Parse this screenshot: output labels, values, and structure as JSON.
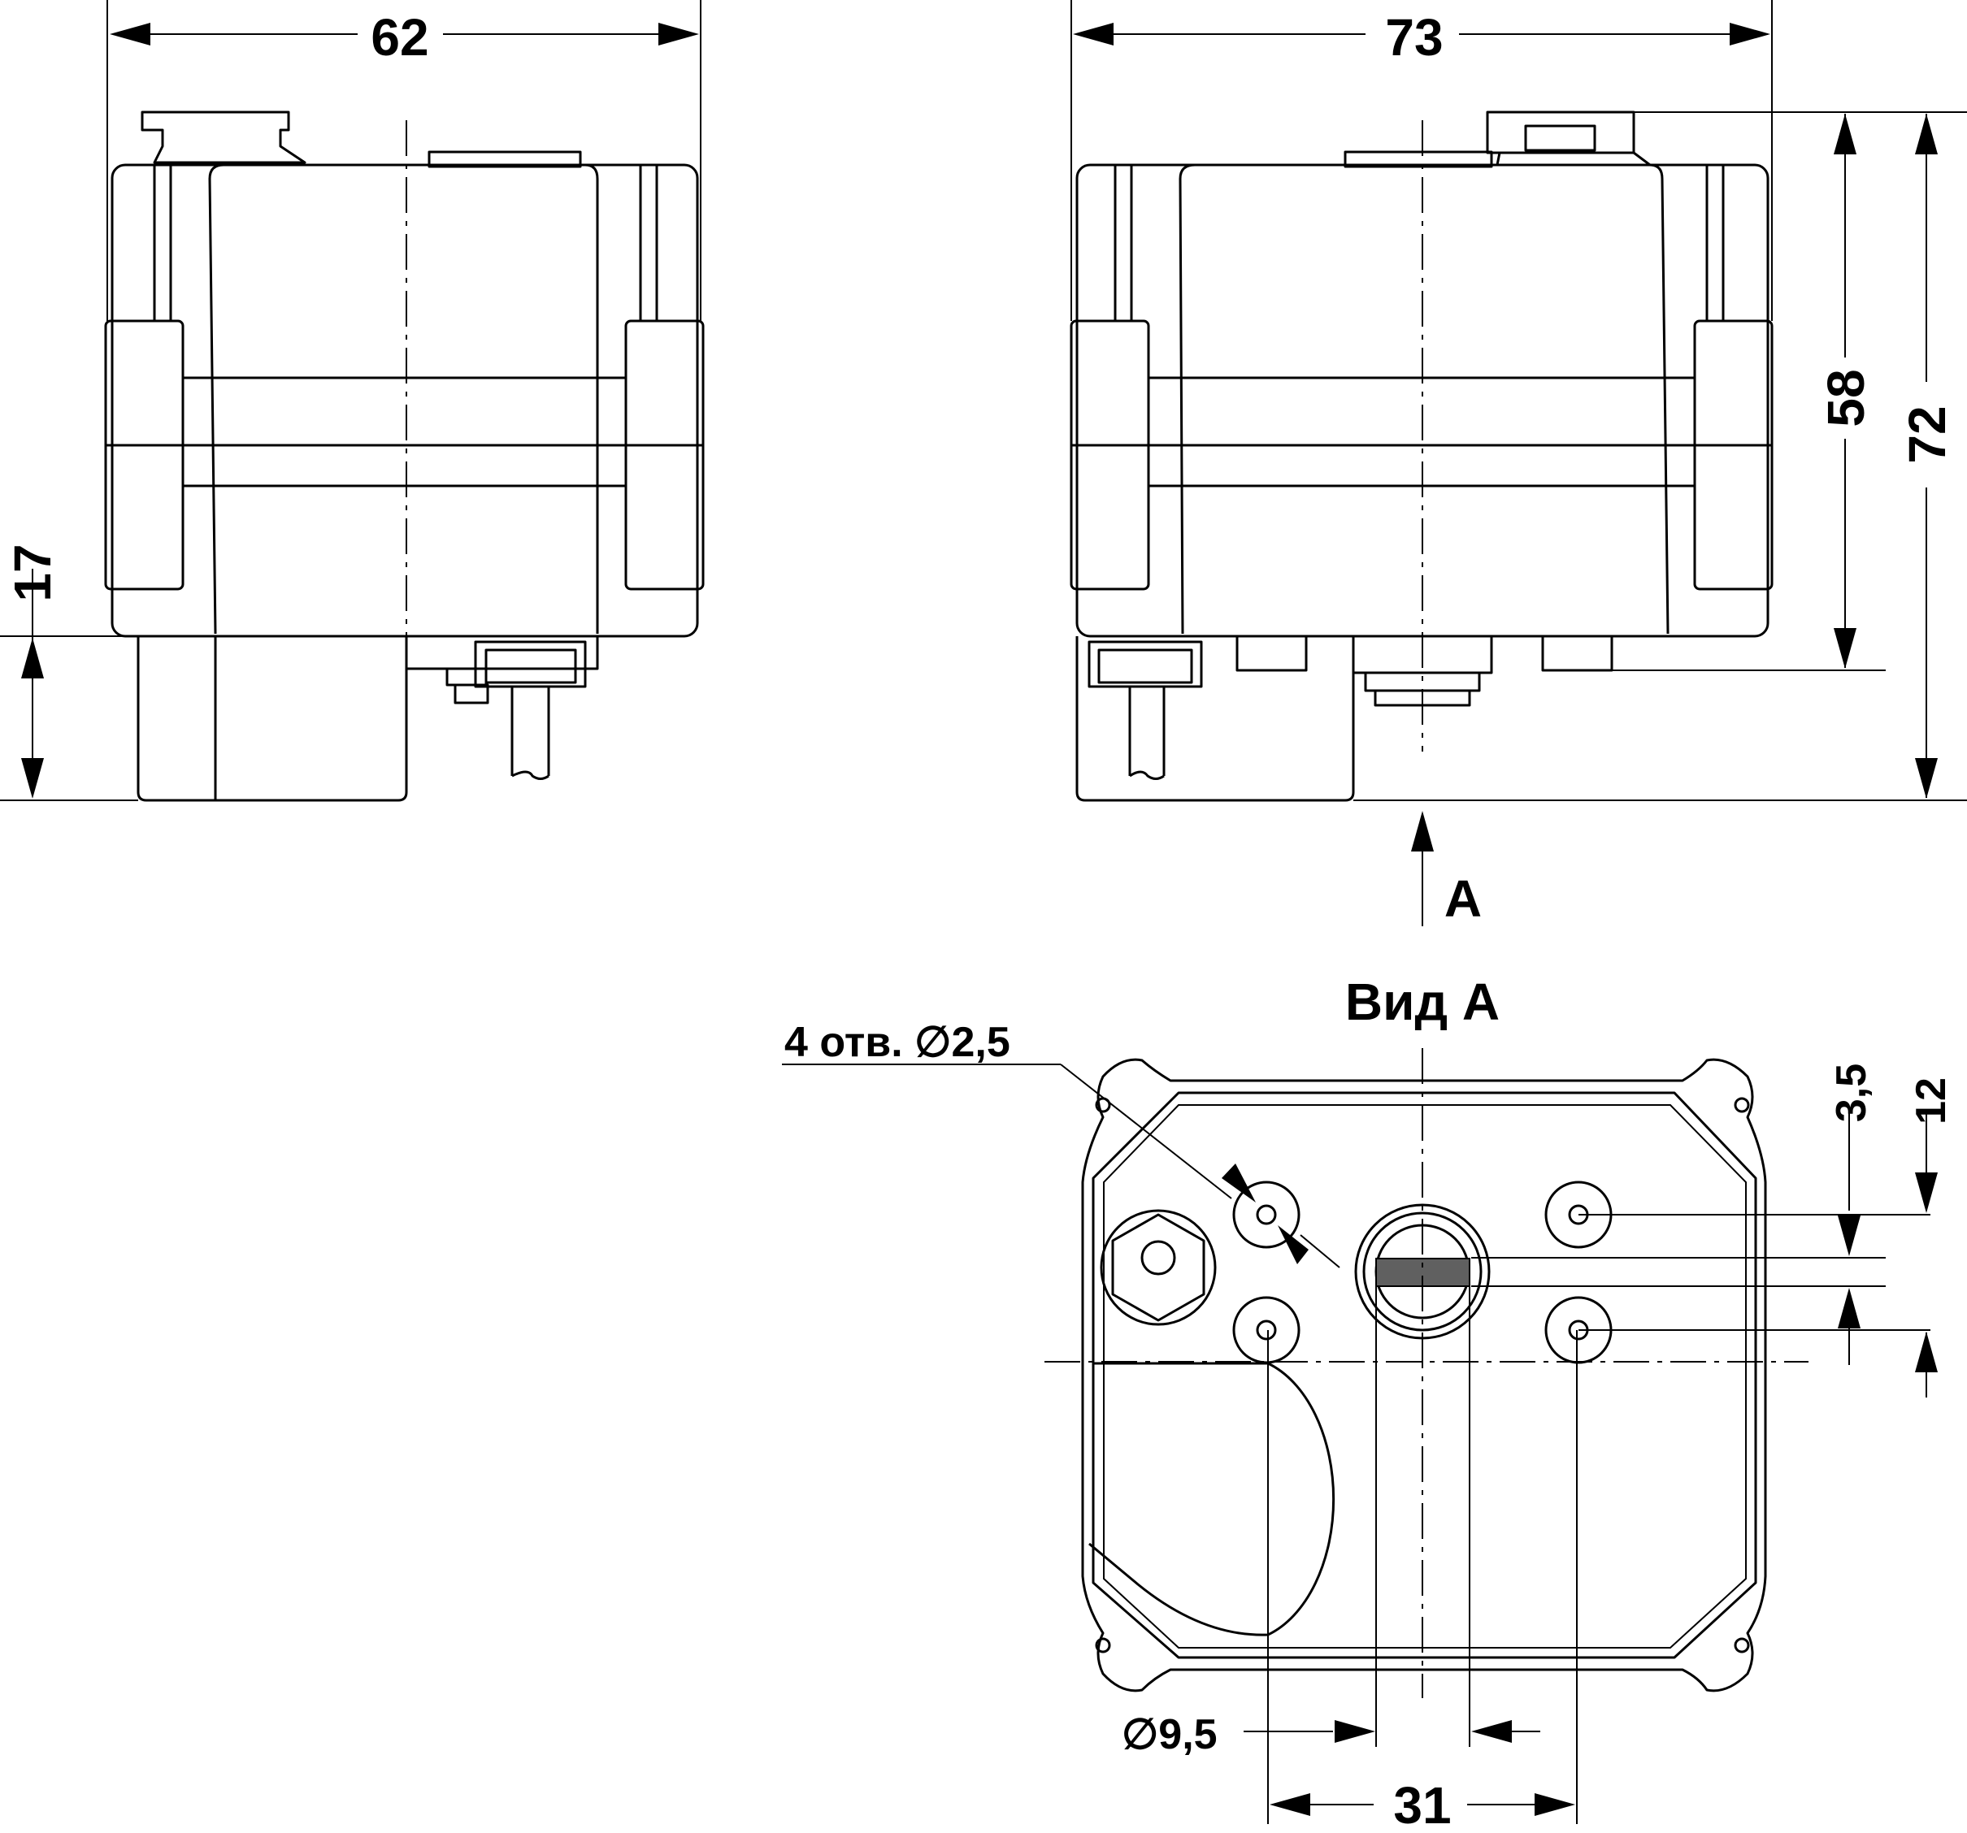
{
  "dimensions": {
    "side_width": "62",
    "front_width": "73",
    "bottom_height": "17",
    "body_height": "58",
    "total_height": "72",
    "top_offset_a": "3,5",
    "top_offset_b": "12",
    "hole_spacing": "31",
    "shaft_diameter": "∅9,5",
    "holes_note": "4 отв. ∅2,5"
  },
  "labels": {
    "arrow_letter": "A",
    "view_title": "Вид A"
  },
  "colors": {
    "line": "#000000",
    "shaft_slot": "#606060",
    "background": "#ffffff"
  }
}
